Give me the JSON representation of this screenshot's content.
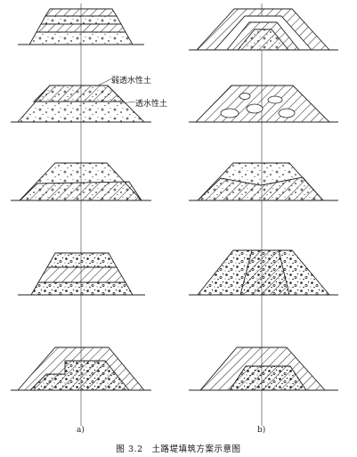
{
  "labels": {
    "weak": "弱透水性土",
    "strong": "透水性土",
    "col_a": "a)",
    "col_b": "b)"
  },
  "caption": "图 3.2　土路堤填筑方案示意图"
}
